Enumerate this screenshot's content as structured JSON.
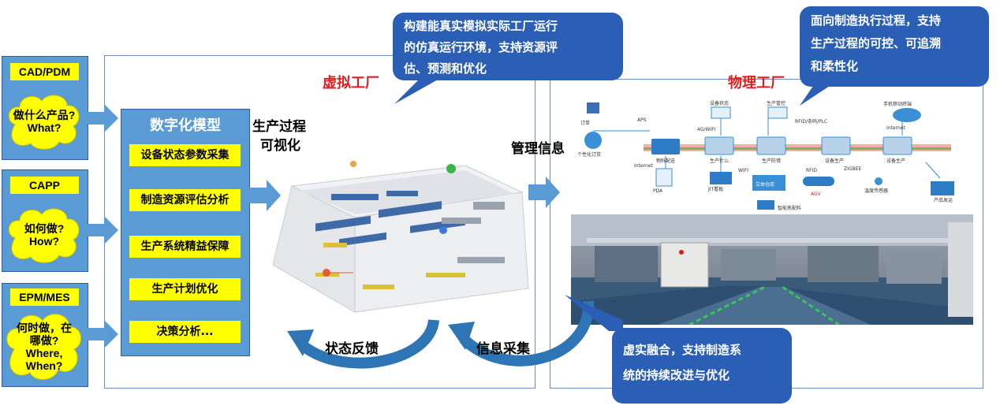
{
  "inputs": [
    {
      "system": "CAD/PDM",
      "question_cn": "做什么产品?",
      "question_en": "What?"
    },
    {
      "system": "CAPP",
      "question_cn": "如何做?",
      "question_en": "How?"
    },
    {
      "system": "EPM/MES",
      "question_cn": "何时做，在哪做?",
      "question_cn_l1": "何时做，在",
      "question_cn_l2": "哪做?",
      "question_en": "Where, When?",
      "question_en_l1": "Where,",
      "question_en_l2": "When?"
    }
  ],
  "model": {
    "title": "数字化模型",
    "items": [
      "设备状态参数采集",
      "制造资源评估分析",
      "生产系统精益保障",
      "生产计划优化",
      "决策分析..."
    ]
  },
  "labels": {
    "visualization_l1": "生产过程",
    "visualization_l2": "可视化",
    "virtual_factory": "虚拟工厂",
    "physical_factory": "物理工厂",
    "management_info": "管理信息",
    "status_feedback": "状态反馈",
    "info_collection": "信息采集"
  },
  "callouts": {
    "virtual_l1": "构建能真实模拟实际工厂运行",
    "virtual_l2": "的仿真运行环境，支持资源评",
    "virtual_l3": "估、预测和优化",
    "physical_l1": "面向制造执行过程，支持",
    "physical_l2": "生产过程的可控、可追溯",
    "physical_l3": "和柔性化",
    "fusion_l1": "虚实融合，支持制造系",
    "fusion_l2": "统的持续改进与优化"
  },
  "flow_diagram": {
    "labels": [
      "订单",
      "个性化订货",
      "APS",
      "Internet",
      "物料配送",
      "PDA",
      "设备状态",
      "4G/WIFI",
      "生产什么",
      "JIT看板",
      "生产管控",
      "RFID/条码/PLC",
      "生产防错",
      "WIFI",
      "立体仓库",
      "RFID",
      "AGV",
      "智能拣配料",
      "手机移动终端",
      "Internet",
      "设备生产",
      "ZIGBEE",
      "设备生产",
      "温度传感器",
      "产品发运"
    ]
  },
  "colors": {
    "accent_blue": "#5b9bd5",
    "callout_blue": "#2a5fb5",
    "highlight_yellow": "#ffff00",
    "red_title": "#e21c1c"
  }
}
